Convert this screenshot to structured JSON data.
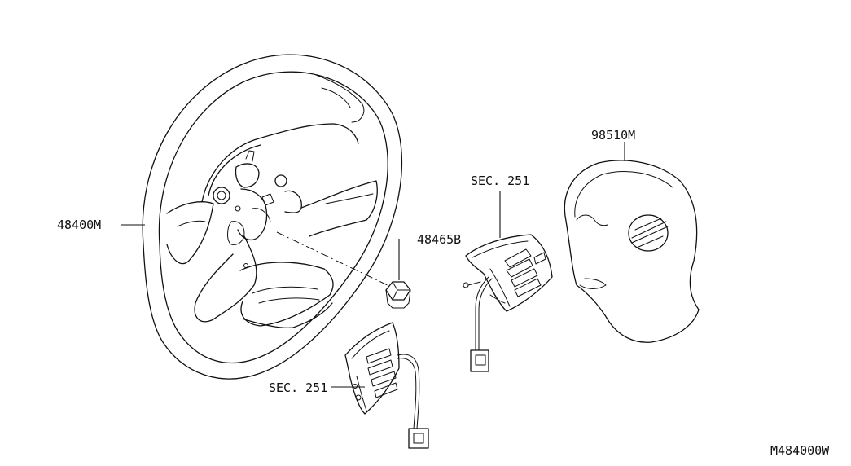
{
  "labels": {
    "steering_wheel": "48400M",
    "nut": "48465B",
    "airbag": "98510M",
    "switch_right": "SEC. 251",
    "switch_left": "SEC. 251",
    "figure_code": "M484000W"
  }
}
